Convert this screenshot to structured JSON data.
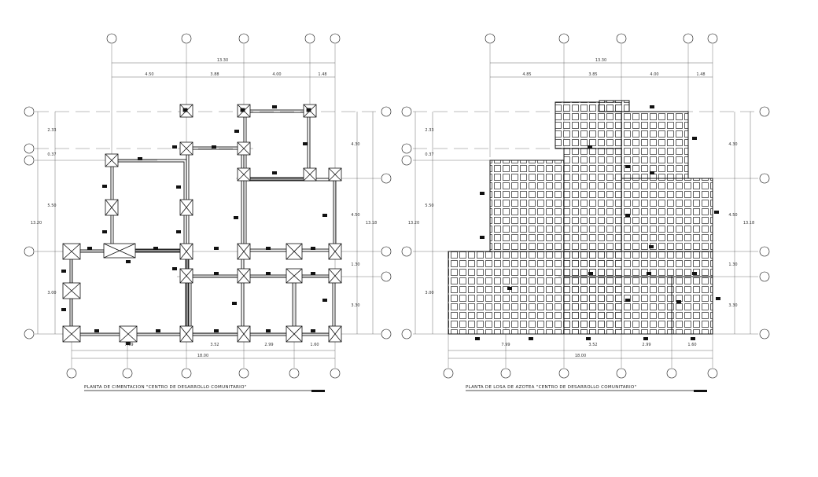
{
  "drawings": [
    {
      "id": "cimentacion",
      "caption": "PLANTA DE CIMENTACION \"CENTRO DE DESARROLLO COMUNITARIO\"",
      "top_total": "13.30",
      "top_segments": [
        "4.50",
        "3.88",
        "4.00",
        "1.48"
      ],
      "bottom_total": "18.00",
      "bottom_segments": [
        "7.99",
        "3.52",
        "2.99",
        "1.60"
      ],
      "left_segments": [
        "2.33",
        "0.37",
        "5.50",
        "3.00"
      ],
      "left_total": "13.20",
      "right_total": "13.18",
      "right_segments": [
        "4.30",
        "4.50",
        "1.30",
        "3.30"
      ]
    },
    {
      "id": "losa_azotea",
      "caption": "PLANTA DE LOSA DE AZOTEA \"CENTRO DE DESARROLLO COMUNITARIO\"",
      "top_total": "13.30",
      "top_segments": [
        "4.85",
        "3.85",
        "4.00",
        "1.48"
      ],
      "bottom_total": "18.00",
      "bottom_segments": [
        "7.99",
        "3.52",
        "2.99",
        "1.60"
      ],
      "left_segments": [
        "2.33",
        "0.37",
        "5.50",
        "3.00"
      ],
      "left_total": "13.20",
      "right_total": "13.18",
      "right_segments": [
        "4.30",
        "4.50",
        "1.30",
        "3.30"
      ]
    }
  ]
}
